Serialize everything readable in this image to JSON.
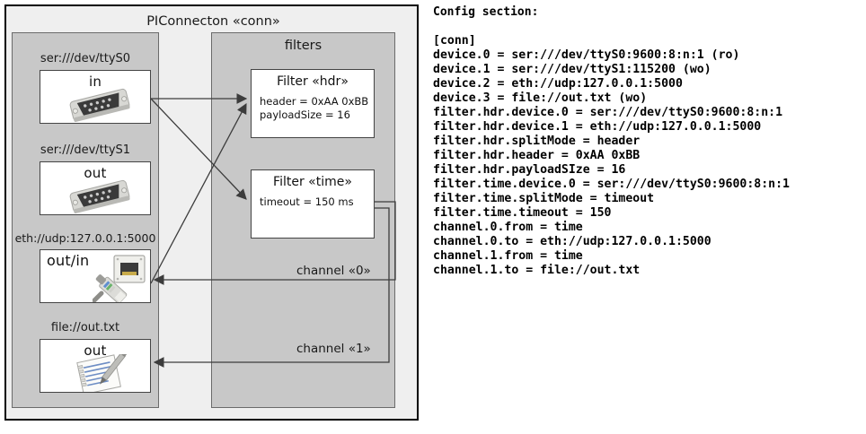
{
  "diagram": {
    "outer": {
      "title": "PIConnecton «conn»"
    },
    "devices_panel": {
      "title": ""
    },
    "filters_panel": {
      "title": "filters"
    },
    "devices": [
      {
        "label": "ser:///dev/ttyS0",
        "direction": "in",
        "icon": "serial-port-icon"
      },
      {
        "label": "ser:///dev/ttyS1",
        "direction": "out",
        "icon": "serial-port-icon"
      },
      {
        "label": "eth://udp:127.0.0.1:5000",
        "direction": "out/in",
        "icon": "ethernet-jack-icon"
      },
      {
        "label": "file://out.txt",
        "direction": "out",
        "icon": "text-file-icon"
      }
    ],
    "filters": [
      {
        "title": "Filter «hdr»",
        "props": [
          "header = 0xAA 0xBB",
          "payloadSize = 16"
        ]
      },
      {
        "title": "Filter «time»",
        "props": [
          "timeout = 150 ms"
        ]
      }
    ],
    "channels": [
      {
        "label": "channel «0»"
      },
      {
        "label": "channel «1»"
      }
    ]
  },
  "config": {
    "heading": "Config section:",
    "text": "[conn]\ndevice.0 = ser:///dev/ttyS0:9600:8:n:1 (ro)\ndevice.1 = ser:///dev/ttyS1:115200 (wo)\ndevice.2 = eth://udp:127.0.0.1:5000\ndevice.3 = file://out.txt (wo)\nfilter.hdr.device.0 = ser:///dev/ttyS0:9600:8:n:1\nfilter.hdr.device.1 = eth://udp:127.0.0.1:5000\nfilter.hdr.splitMode = header\nfilter.hdr.header = 0xAA 0xBB\nfilter.hdr.payloadSIze = 16\nfilter.time.device.0 = ser:///dev/ttyS0:9600:8:n:1\nfilter.time.splitMode = timeout\nfilter.time.timeout = 150\nchannel.0.from = time\nchannel.0.to = eth://udp:127.0.0.1:5000\nchannel.1.from = time\nchannel.1.to = file://out.txt"
  },
  "colors": {
    "page_bg": "#ffffff",
    "outer_bg": "#efefef",
    "panel_bg": "#c8c8c8",
    "box_bg": "#ffffff",
    "line": "#3c3c3c",
    "border": "#000000"
  }
}
